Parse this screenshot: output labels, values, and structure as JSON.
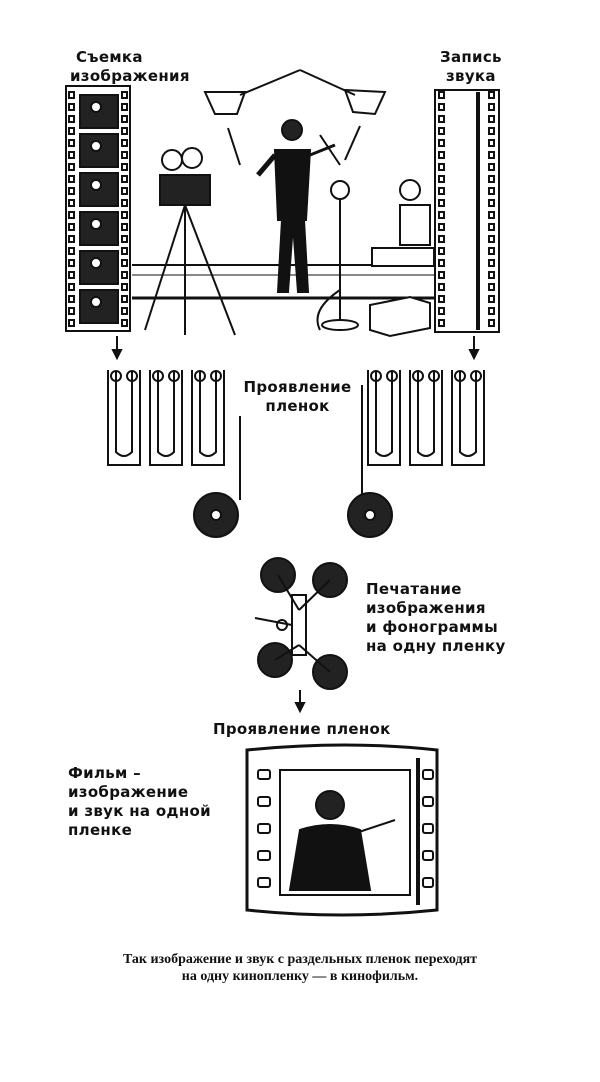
{
  "labels": {
    "shooting": [
      "Съемка",
      "изображения"
    ],
    "sound_recording": [
      "Запись",
      "звука"
    ],
    "developing_top": [
      "Проявление",
      "пленок"
    ],
    "printing": [
      "Печатание",
      "изображения",
      "и фонограммы",
      "на одну пленку"
    ],
    "developing_bottom": "Проявление пленок",
    "film_result": [
      "Фильм –",
      "изображение",
      "и звук на одной",
      "пленке"
    ]
  },
  "caption": [
    "Так изображение и звук с раздельных пленок переходят",
    "на одну кинопленку — в кинофильм."
  ]
}
